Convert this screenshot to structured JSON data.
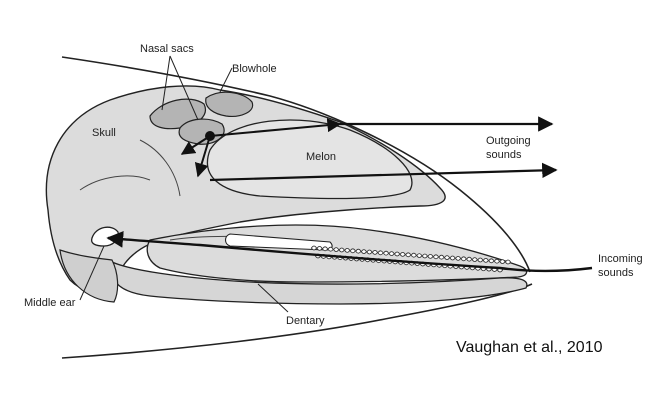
{
  "diagram": {
    "labels": {
      "nasal_sacs": "Nasal sacs",
      "blowhole": "Blowhole",
      "skull": "Skull",
      "melon": "Melon",
      "outgoing_line1": "Outgoing",
      "outgoing_line2": "sounds",
      "incoming_line1": "Incoming",
      "incoming_line2": "sounds",
      "middle_ear": "Middle ear",
      "dentary": "Dentary"
    },
    "citation": "Vaughan et al., 2010",
    "colors": {
      "bone_fill": "#dcdcdc",
      "sac_fill": "#b4b4b4",
      "melon_fill": "#e4e4e4",
      "outline": "#222222",
      "arrow": "#111111"
    }
  }
}
